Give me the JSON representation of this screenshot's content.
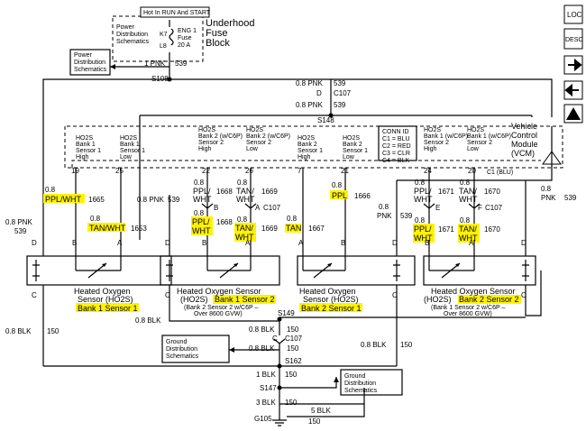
{
  "fuse_block": {
    "hot_label": "Hot In RUN And START",
    "pd_line1": "Power",
    "pd_line2": "Distribution",
    "pd_line3": "Schematics",
    "k7": "K7",
    "l8": "L8",
    "fuse_line1": "ENG 1",
    "fuse_line2": "Fuse",
    "fuse_line3": "20 A",
    "name_line1": "Underhood",
    "name_line2": "Fuse",
    "name_line3": "Block"
  },
  "power_ref": {
    "line1": "Power",
    "line2": "Distribution",
    "line3": "Schematics"
  },
  "top_wires": {
    "pnk_1": "1 PNK",
    "c539_a": "539",
    "s108": "S108",
    "pnk_08_a": "0.8 PNK",
    "c539_b": "539",
    "d": "D",
    "c107": "C107",
    "pnk_08_b": "0.8 PNK",
    "c539_c": "539",
    "s148": "S148"
  },
  "vcm": {
    "line1": "Vehicle",
    "line2": "Control",
    "line3": "Module",
    "line4": "(VCM)",
    "conn_title": "CONN ID",
    "conn_c1": "C1 = BLU",
    "conn_c2": "C2 = RED",
    "conn_c3": "C3 = CLR",
    "conn_c4": "C4 = BLK",
    "c1_blu": "C1 (BLU)",
    "pins": [
      "19",
      "25",
      "22",
      "26",
      "7",
      "21",
      "24",
      "20"
    ],
    "labels": [
      [
        "HO2S",
        "Bank 1",
        "Sensor 1",
        "High"
      ],
      [
        "HO2S",
        "Bank 1",
        "Sensor 1",
        "Low"
      ],
      [
        "HO2S",
        "Bank 2 (w/C6P)",
        "Sensor 2",
        "High"
      ],
      [
        "HO2S",
        "Bank 2 (w/C6P)",
        "Sensor 2",
        "Low"
      ],
      [
        "HO2S",
        "Bank 2",
        "Sensor 1",
        "High"
      ],
      [
        "HO2S",
        "Bank 2",
        "Sensor 1",
        "Low"
      ],
      [
        "HO2S",
        "Bank 1 (w/C6P)",
        "Sensor 2",
        "High"
      ],
      [
        "HO2S",
        "Bank 1 (w/C6P)",
        "Sensor 2",
        "Low"
      ]
    ]
  },
  "icons": {
    "loc": "LOC",
    "desc": "DESC"
  },
  "wires": {
    "w1665_size": "0.8",
    "w1665_color": "PPL/WHT",
    "w1665_num": "1665",
    "w1653_size": "0.8",
    "w1653_color": "TAN/WHT",
    "w1653_num": "1653",
    "w539_left": "0.8 PNK",
    "w539_left_num": "539",
    "w539_s1": "0.8 PNK",
    "w539_s1_num": "539",
    "w1668_top_size": "0.8",
    "w1668_top_color": "PPL/",
    "w1668_top_color2": "WHT",
    "w1668_top_num": "1668",
    "w1669_top_size": "0.8",
    "w1669_top_color": "TAN/",
    "w1669_top_color2": "WHT",
    "w1669_top_num": "1669",
    "w1668_bot_size": "0.8",
    "w1668_bot_color": "PPL/",
    "w1668_bot_color2": "WHT",
    "w1668_bot_num": "1668",
    "w1669_bot_size": "0.8",
    "w1669_bot_color": "TAN/",
    "w1669_bot_color2": "WHT",
    "w1669_bot_num": "1669",
    "c107_mid": "C107",
    "c107_mid_b": "B",
    "c107_mid_a": "A",
    "w1666_size": "0.8",
    "w1666_color": "PPL",
    "w1666_num": "1666",
    "w1667_size": "0.8",
    "w1667_color": "TAN",
    "w1667_num": "1667",
    "w539_b2": "0.8",
    "w539_b2_color": "PNK",
    "w539_b2_num": "539",
    "w1671_top_size": "0.8",
    "w1671_top_color": "PPL/",
    "w1671_top_color2": "WHT",
    "w1671_top_num": "1671",
    "w1670_top_size": "0.8",
    "w1670_top_color": "TAN/",
    "w1670_top_color2": "WHT",
    "w1670_top_num": "1670",
    "c107_right": "C107",
    "c107_right_e": "E",
    "c107_right_f": "F",
    "w1671_bot_size": "0.8",
    "w1671_bot_color": "PPL/",
    "w1671_bot_color2": "WHT",
    "w1671_bot_num": "1671",
    "w1670_bot_size": "0.8",
    "w1670_bot_color": "TAN/",
    "w1670_bot_color2": "WHT",
    "w1670_bot_num": "1670",
    "w539_right": "0.8",
    "w539_right_color": "PNK",
    "w539_right_num": "539"
  },
  "sensors": [
    {
      "line1": "Heated Oxygen",
      "line2": "Sensor (HO2S)",
      "line3": "Bank 1 Sensor 1"
    },
    {
      "line1": "Heated Oxygen Sensor",
      "line2a": "(HO2S)",
      "line2b": "Bank 1 Sensor 2",
      "note1": "(Bank 2 Sensor 2 w/C6P –",
      "note2": "Over 8600 GVW)"
    },
    {
      "line1": "Heated Oxygen",
      "line2": "Sensor (HO2S)",
      "line3": "Bank 2 Sensor 1"
    },
    {
      "line1": "Heated Oxygen Sensor",
      "line2a": "(HO2S)",
      "line2b": "Bank 2 Sensor 2",
      "note1": "(Bank 1 Sensor 2 w/C6P –",
      "note2": "Over 8600 GVW)"
    }
  ],
  "pin_letters": [
    "D",
    "B",
    "A",
    "C"
  ],
  "ground": {
    "blk_left": "0.8 BLK",
    "blk_left_num": "150",
    "blk_s2": "0.8 BLK",
    "s149": "S149",
    "blk_mid1": "0.8 BLK",
    "n150_a": "150",
    "c_label": "C",
    "c107_g": "C107",
    "blk_mid2": "0.8 BLK",
    "n150_b": "150",
    "blk_right": "0.8 BLK",
    "blk_right_num": "150",
    "gd_l1": "Ground",
    "gd_l2": "Distribution",
    "gd_l3": "Schematics",
    "s162": "S162",
    "blk_1": "1 BLK",
    "n150_c": "150",
    "s147": "S147",
    "blk_3": "3 BLK",
    "n150_d": "150",
    "blk_5": "5 BLK",
    "n150_e": "150",
    "g105": "G105",
    "gd2_l1": "Ground",
    "gd2_l2": "Distribution",
    "gd2_l3": "Schematics"
  }
}
